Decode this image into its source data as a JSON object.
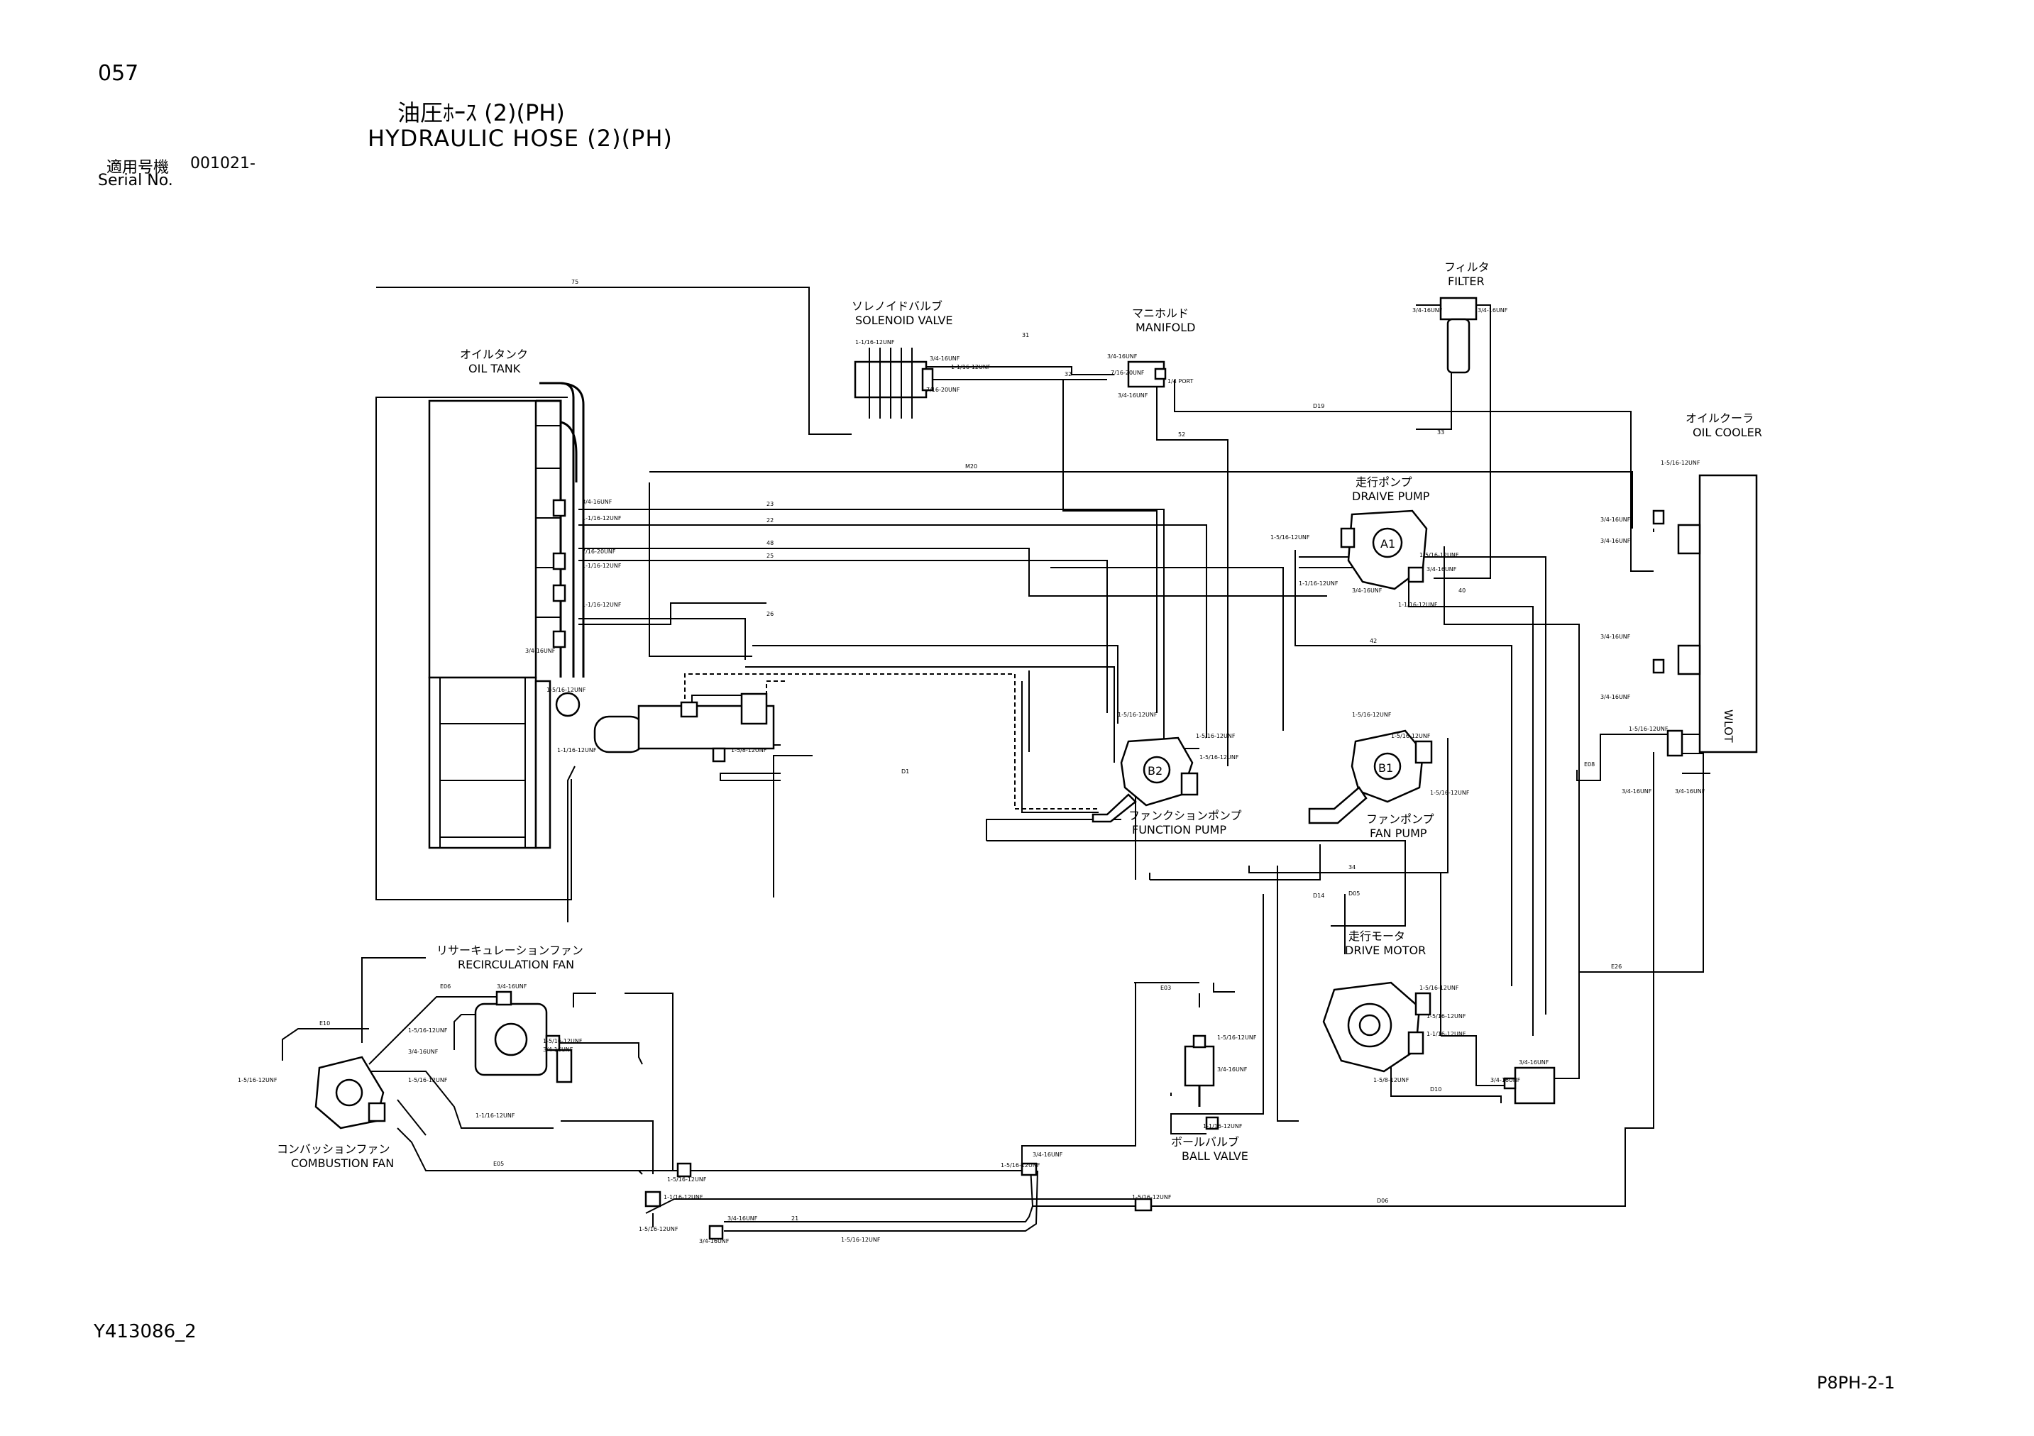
{
  "page": {
    "page_number": "057",
    "title_jp": "油圧ﾎｰｽ (2)(PH)",
    "title_en": "HYDRAULIC HOSE (2)(PH)",
    "serial_label_jp": "適用号機",
    "serial_value": "001021-",
    "serial_label_en": "Serial No.",
    "drawing_code": "Y413086_2",
    "sheet_code": "P8PH-2-1"
  },
  "components": {
    "oil_tank": {
      "jp": "オイルタンク",
      "en": "OIL TANK"
    },
    "solenoid_valve": {
      "jp": "ソレノイドバルブ",
      "en": "SOLENOID VALVE"
    },
    "manifold": {
      "jp": "マニホルド",
      "en": "MANIFOLD"
    },
    "filter": {
      "jp": "フィルタ",
      "en": "FILTER"
    },
    "oil_cooler": {
      "jp": "オイルクーラ",
      "en": "OIL COOLER"
    },
    "drive_pump": {
      "jp": "走行ポンプ",
      "en": "DRAIVE PUMP"
    },
    "function_pump": {
      "jp": "ファンクションポンプ",
      "en": "FUNCTION PUMP"
    },
    "fan_pump": {
      "jp": "ファンポンプ",
      "en": "FAN PUMP"
    },
    "drive_motor": {
      "jp": "走行モータ",
      "en": "DRIVE MOTOR"
    },
    "recirculation_fan": {
      "jp": "リサーキュレーションファン",
      "en": "RECIRCULATION FAN"
    },
    "combustion_fan": {
      "jp": "コンバッションファン",
      "en": "COMBUSTION FAN"
    },
    "ball_valve": {
      "jp": "ボールバルブ",
      "en": "BALL VALVE"
    }
  },
  "markers": {
    "a1": "A1",
    "b1": "B1",
    "b2": "B2",
    "cooler_side": "WLOT"
  },
  "hose_labels": {
    "h_top": "75",
    "h_sol1": "31",
    "h_sol2": "32",
    "h_tank1": "23",
    "h_tank2": "22",
    "h_tank3": "48",
    "h_tank4": "25",
    "h_mid": "26",
    "h_b2": "52",
    "h_filter": "33",
    "h_mcool": "D19",
    "h_cool": "M20",
    "h_drive": "40",
    "h_b1": "42",
    "h_low": "D1",
    "h_fan1": "34",
    "h_fan2": "D05",
    "h_rec": "E06",
    "h_comb": "E10",
    "h_bv": "E03",
    "h_down": "E05",
    "h_bot1": "D06",
    "h_bot2": "D10",
    "h_cool2": "E08",
    "h_cool3": "E26",
    "h_motor": "D14",
    "h_fit": "21"
  },
  "fittings": {
    "f1": "1-5/16-12UNF",
    "f2": "3/4-16UNF",
    "f3": "7/16-20UNF",
    "f4": "1-1/16-12UNF",
    "f5": "1-5/8-12UNF",
    "f6": "1-1/16-12UNF",
    "f7": "3/4-16UNF",
    "f8": "1/4 PORT",
    "f9": "3/4-16UNF",
    "f10": "3/4-16UNF",
    "f11": "1-1/16-12UNF",
    "f12": "1-1/16-12UNF",
    "f13": "7/16-20UNF",
    "f14": "1-5/16-12UNF",
    "f15": "1-5/16-12UNF",
    "f16": "3/4-16UNF",
    "f17": "1-1/16-12UNF",
    "f18": "1-1/16-12UNF",
    "f19": "1-5/16-12UNF",
    "f20": "3/4-16UNF",
    "f21": "1-5/16-12UNF",
    "f22": "1-1/16-12UNF",
    "f23": "1-5/16-12UNF",
    "f24": "3/4-16UNF",
    "f25": "1-5/16-12UNF",
    "f26": "3/4-16UNF",
    "f27": "3/4-16UNF",
    "f28": "1-5/16-12UNF",
    "f29": "7/16-20UNF",
    "f30": "1-5/16-12UNF",
    "f31": "3/4-16UNF",
    "f32": "1-1/16-12UNF",
    "f33": "1-5/16-12UNF",
    "f34": "3/4-16UNF",
    "f35": "1-5/16-12UNF",
    "f36": "3/4-16UNF",
    "f37": "1-5/16-12UNF",
    "f38": "1-1/16-12UNF",
    "f39": "3/4-16UNF",
    "f40": "3/4-16UNF",
    "f41": "1-5/8-12UNF",
    "f42": "1-5/16-12UNF",
    "f43": "3/4-16UNF",
    "f44": "3/4-16UNF",
    "f45": "3/4-16UNF"
  }
}
